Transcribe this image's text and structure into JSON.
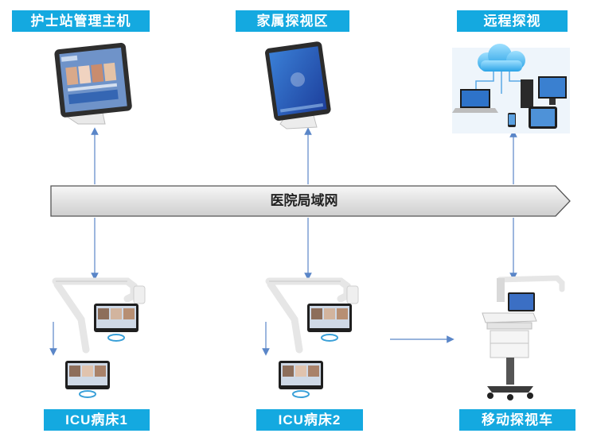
{
  "labels": {
    "nurse_station": "护士站管理主机",
    "family_visit": "家属探视区",
    "remote_visit": "远程探视",
    "icu_bed_1": "ICU病床1",
    "icu_bed_2": "ICU病床2",
    "mobile_cart": "移动探视车"
  },
  "network": {
    "label": "医院局域网"
  },
  "colors": {
    "accent": "#14a9e0",
    "connector": "#5a86c8",
    "backbone_fill": "#e6e6e6",
    "backbone_stroke": "#555555"
  },
  "icons": {
    "nurse_station": "tablet-display-icon",
    "family_visit": "tablet-display-icon",
    "remote_visit": "cloud-devices-icon",
    "icu_bed": "arm-mounted-monitor-icon",
    "mobile_cart": "medical-cart-icon"
  }
}
